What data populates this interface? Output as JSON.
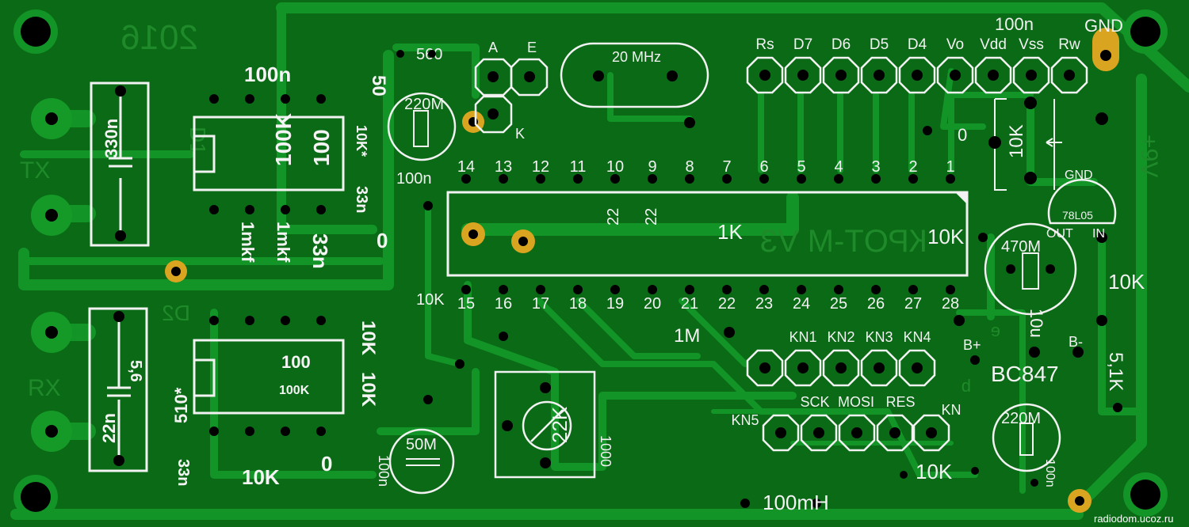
{
  "year_mirrored": "2016",
  "board_title_mirrored": "КРОТ-М V3",
  "watermark": "radiodom.ucoz.ru",
  "colors": {
    "board": "#0b6a16",
    "copper": "#159a27",
    "silkscreen": "#f2f2f2",
    "gold_pad": "#d9a520"
  },
  "left_labels": {
    "tx": "TX",
    "rx": "RX",
    "d1": "D1",
    "d2": "D2"
  },
  "left_components": {
    "c330n": "330n",
    "c22n": "22n",
    "z56": "5,6",
    "r100k_1": "100K",
    "r100_1": "100",
    "r10k_star": "10K*",
    "c33n_1": "33n",
    "c100n_top": "100n",
    "c1mkf_a": "1mkf",
    "c1mkf_b": "1mkf",
    "c33n_2": "33n",
    "r100_2": "100",
    "r100k_2": "100K",
    "r510_star": "510*",
    "c33n_3": "33n",
    "r10k_a": "10K",
    "r10k_b": "10K",
    "r10k_c": "10K",
    "r0_a": "0",
    "r50": "50"
  },
  "center_components": {
    "r560": "560",
    "pin_a": "A",
    "pin_e": "E",
    "pin_k": "K",
    "crystal": "20 MHz",
    "c220m_top": "220M",
    "c100n_mid": "100n",
    "r0_mid": "0",
    "r1k_mid": "1K",
    "r22_a": "22",
    "r22_b": "22",
    "r10k_ic": "10K",
    "r10k_left": "10K",
    "r1m": "1M",
    "pot_22k": "22K",
    "c1000": "1000",
    "c50m": "50M",
    "c100n_bot": "100n",
    "r0_bot": "0",
    "ind_100mh": "100mH",
    "r10k_bot": "10K"
  },
  "ic_pins_top": [
    "14",
    "13",
    "12",
    "11",
    "10",
    "9",
    "8",
    "7",
    "6",
    "5",
    "4",
    "3",
    "2",
    "1"
  ],
  "ic_pins_bottom": [
    "15",
    "16",
    "17",
    "18",
    "19",
    "20",
    "21",
    "22",
    "23",
    "24",
    "25",
    "26",
    "27",
    "28"
  ],
  "lcd_header": [
    "Rs",
    "D7",
    "D6",
    "D5",
    "D4",
    "Vo",
    "Vdd",
    "Vss",
    "Rw"
  ],
  "lcd_extra": {
    "c100n": "100n",
    "gnd": "GND",
    "pot10k": "10K",
    "r0": "0"
  },
  "buttons_row1": [
    "KN1",
    "KN2",
    "KN3",
    "KN4"
  ],
  "buttons_row2": {
    "kn5": "KN5",
    "sck": "SCK",
    "mosi": "MOSI",
    "res": "RES",
    "kn": "KN"
  },
  "right_components": {
    "vreg": "78L05",
    "vreg_gnd": "GND",
    "vreg_out": "OUT",
    "vreg_in": "IN",
    "c470m": "470M",
    "c10u": "10u",
    "r10k_right": "10K",
    "b_plus": "B+",
    "b_minus": "B-",
    "e": "e",
    "b": "b",
    "transistor": "BC847",
    "r5_1k": "5,1K",
    "c220m_bot": "220M",
    "c100n_right": "100n",
    "v9": "+9V"
  }
}
